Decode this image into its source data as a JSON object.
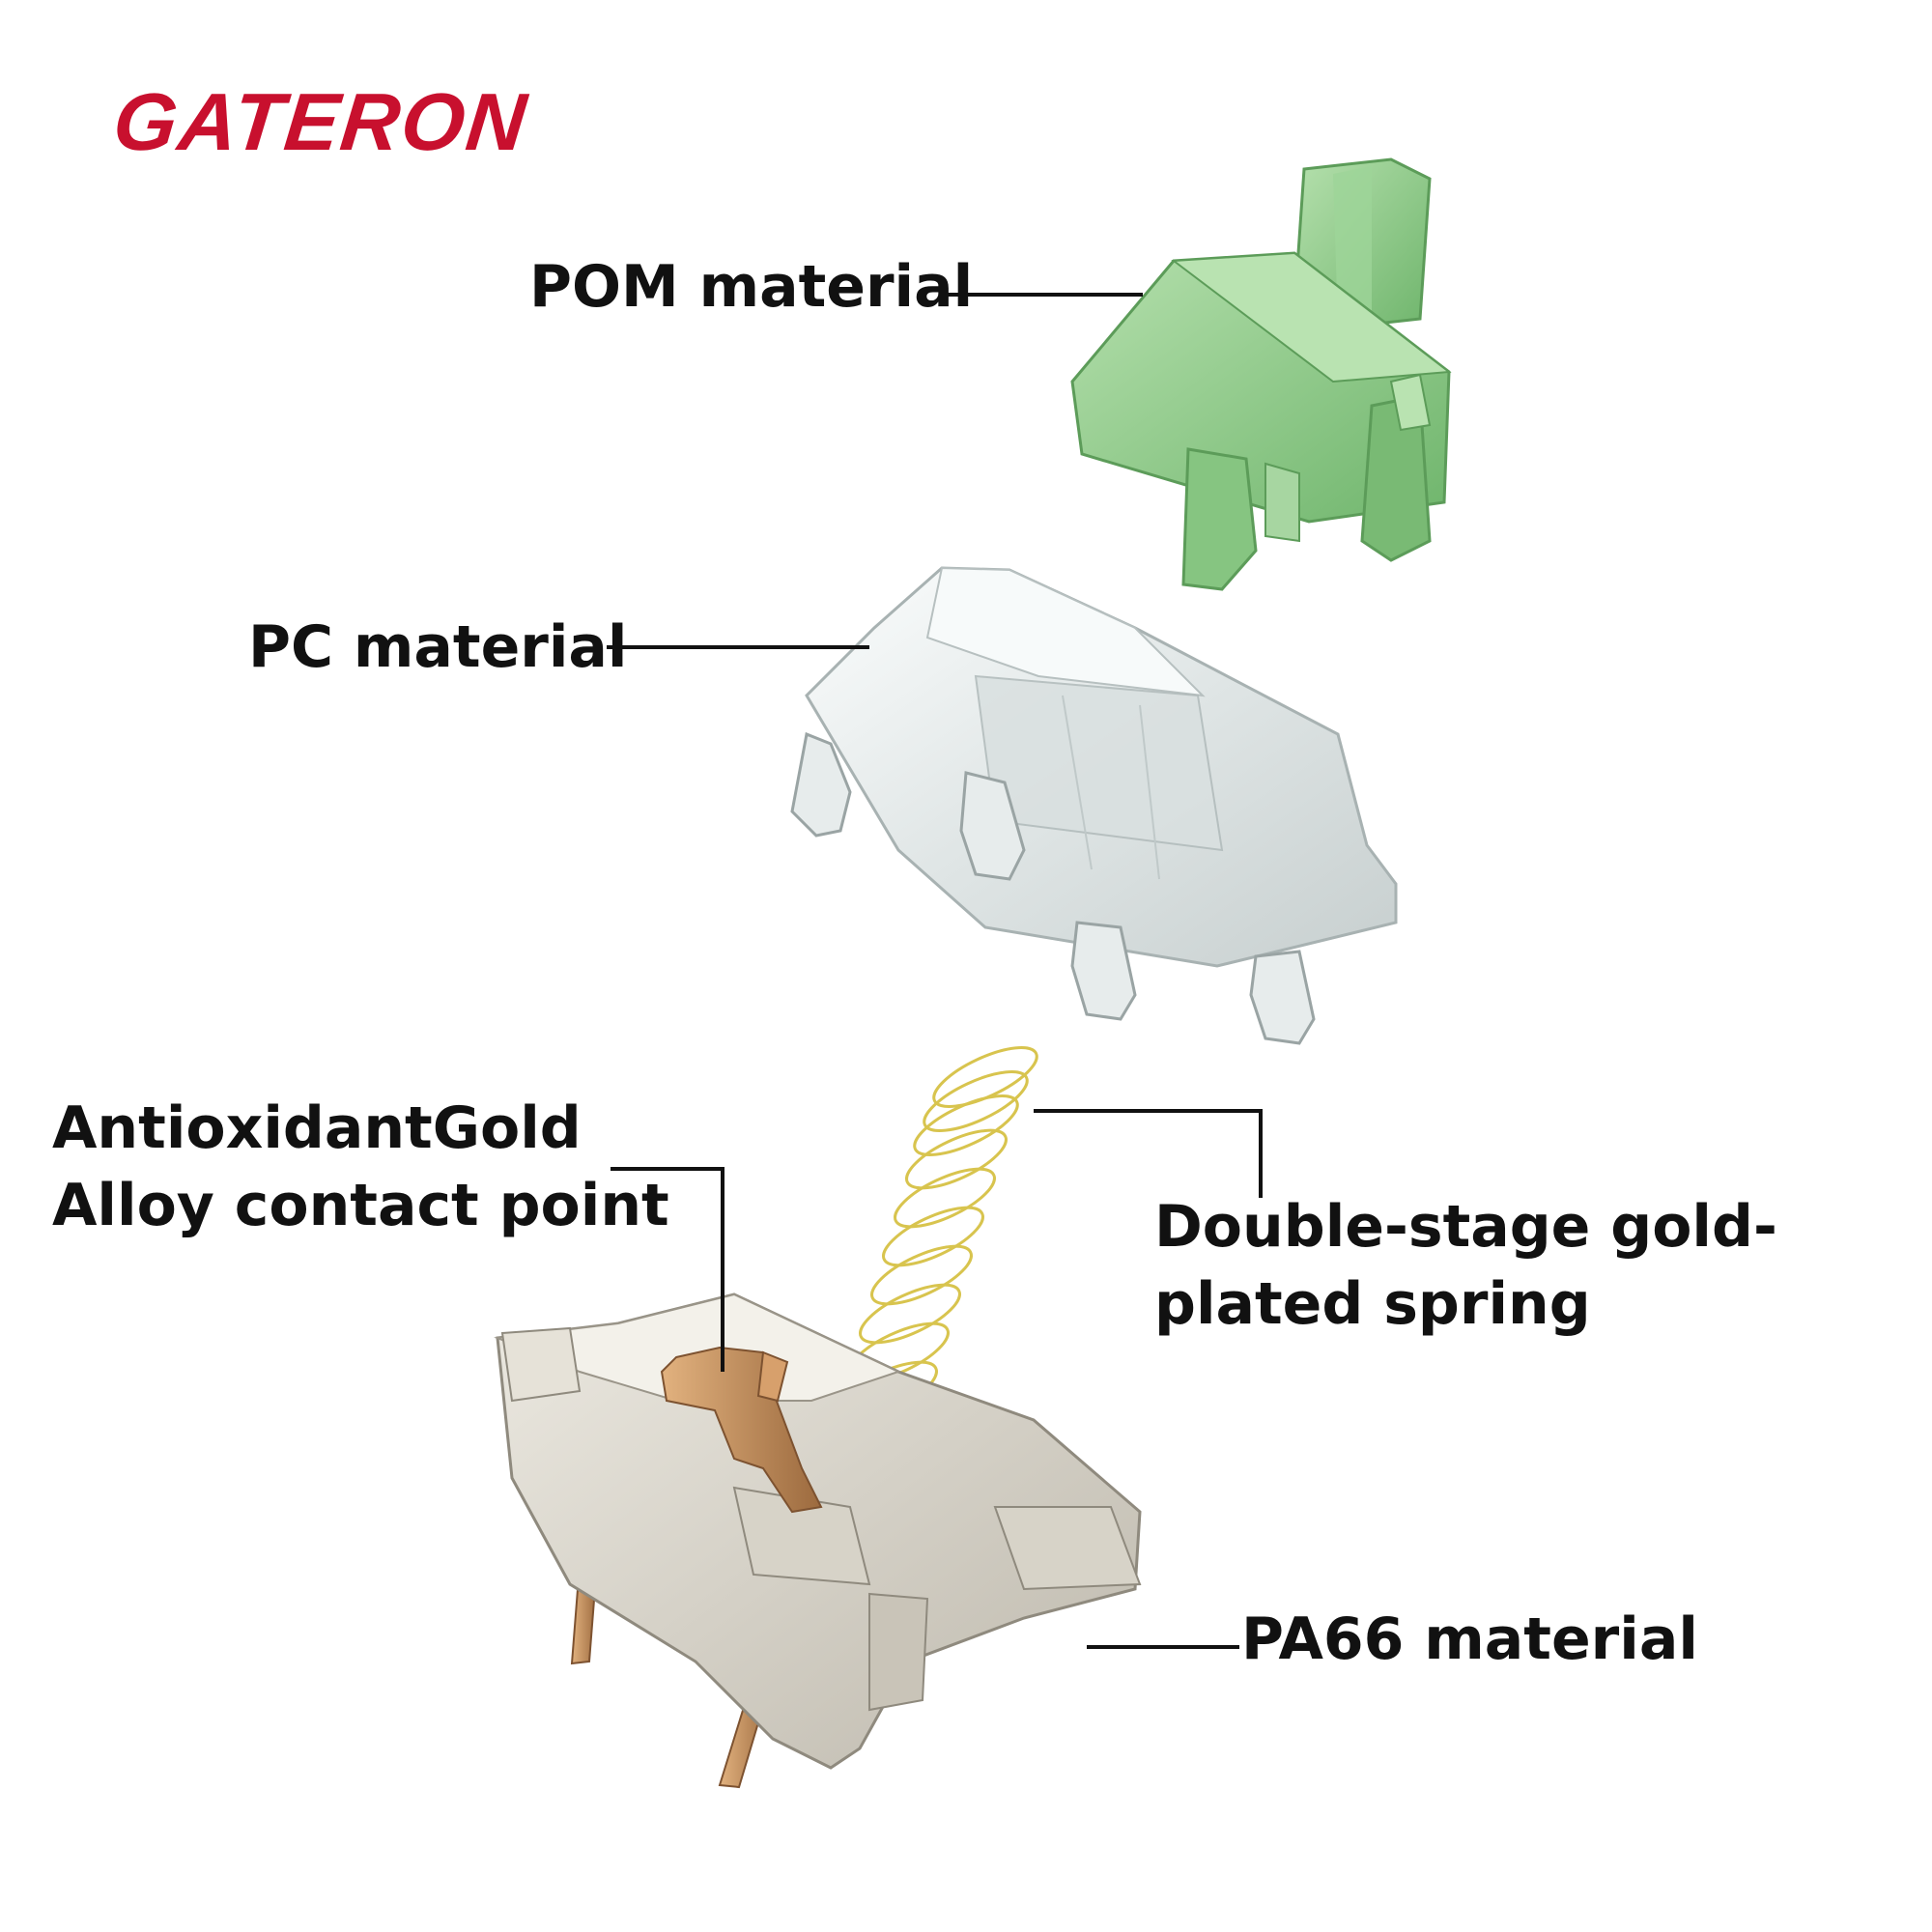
{
  "brand": {
    "logo_text": "GATERON",
    "color": "#c8102e"
  },
  "parts": [
    {
      "id": "stem",
      "label": "POM material",
      "color": "#8fcf8a"
    },
    {
      "id": "top_housing",
      "label": "PC material",
      "color": "#e8ecec"
    },
    {
      "id": "contact",
      "label_lines": [
        "AntioxidantGold",
        "Alloy contact point"
      ],
      "color": "#c9935c"
    },
    {
      "id": "spring",
      "label_lines": [
        "Double-stage gold-",
        "plated spring"
      ],
      "color": "#e3d36a"
    },
    {
      "id": "bottom_housing",
      "label": "PA66 material",
      "color": "#d9d6cc"
    }
  ]
}
